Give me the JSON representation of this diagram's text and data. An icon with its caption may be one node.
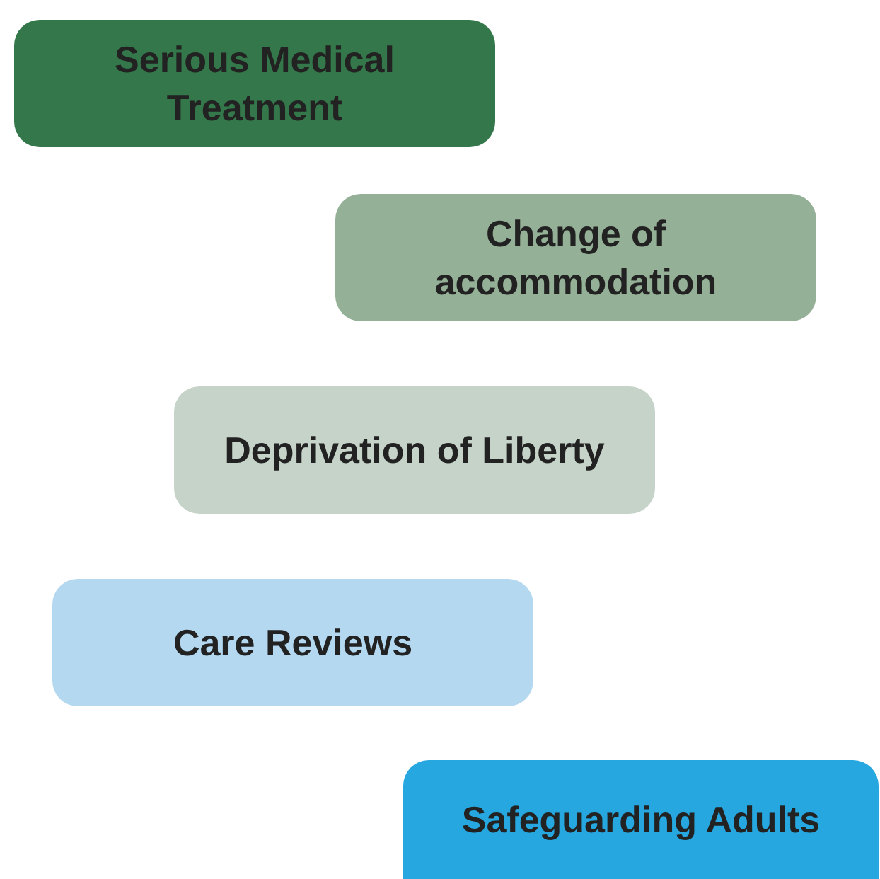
{
  "diagram": {
    "nodes": [
      {
        "text": [
          "Serious Medical Treatment"
        ]
      },
      {
        "text": [
          "Change of accommodation"
        ]
      },
      {
        "text": [
          "Deprivation of Liberty"
        ]
      },
      {
        "text": [
          "Care Reviews"
        ]
      },
      {
        "text": [
          "Safeguarding Adults"
        ]
      }
    ]
  }
}
